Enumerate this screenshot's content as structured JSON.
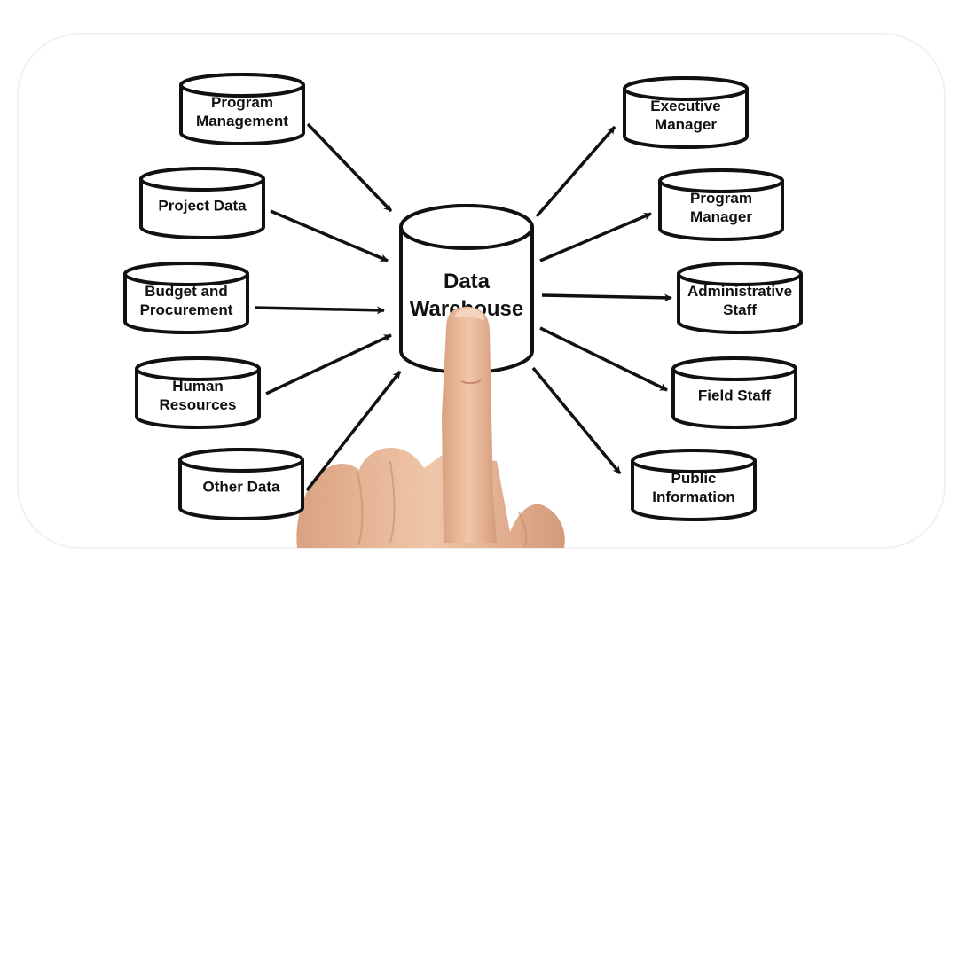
{
  "center": {
    "lines": [
      "Data",
      "Warehouse"
    ]
  },
  "sources": [
    {
      "id": "program-management",
      "lines": [
        "Program",
        "Management"
      ]
    },
    {
      "id": "project-data",
      "lines": [
        "Project Data"
      ]
    },
    {
      "id": "budget-and-procurement",
      "lines": [
        "Budget and",
        "Procurement"
      ]
    },
    {
      "id": "human-resources",
      "lines": [
        "Human",
        "Resources"
      ]
    },
    {
      "id": "other-data",
      "lines": [
        "Other Data"
      ]
    }
  ],
  "destinations": [
    {
      "id": "executive-manager",
      "lines": [
        "Executive",
        "Manager"
      ]
    },
    {
      "id": "program-manager",
      "lines": [
        "Program",
        "Manager"
      ]
    },
    {
      "id": "administrative-staff",
      "lines": [
        "Administrative",
        "Staff"
      ]
    },
    {
      "id": "field-staff",
      "lines": [
        "Field Staff"
      ]
    },
    {
      "id": "public-information",
      "lines": [
        "Public",
        "Information"
      ]
    }
  ],
  "colors": {
    "stroke": "#111111",
    "fill": "#ffffff",
    "text": "#111111",
    "skin": "#e8b898"
  }
}
